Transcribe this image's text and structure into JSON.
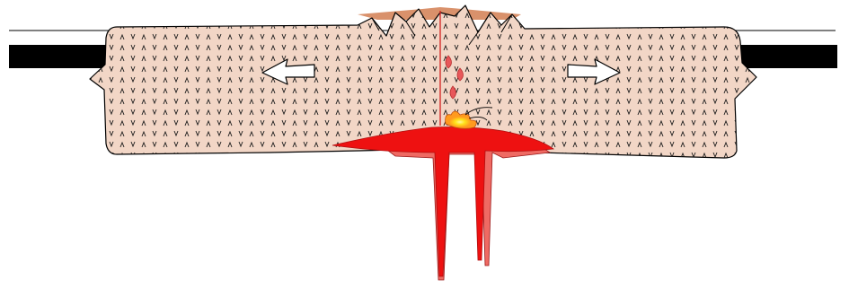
{
  "diagram": {
    "kind": "continental-rift-cross-section",
    "labels": [],
    "extension_arrows": {
      "count": 2,
      "directions": [
        "left",
        "right"
      ],
      "fill": "#ffffff",
      "stroke": "#000000"
    },
    "colors": {
      "crust_fill": "#f2d6c6",
      "crust_stroke": "#000000",
      "crust_pattern": "#1a1a1a",
      "outer_plates": "#000000",
      "magma_dark": "#ee1111",
      "magma_light": "#ef6a63",
      "magma_droplets": "#e8575a",
      "fire_core": "#ffe21a",
      "fire_glow": "#ff9a1f",
      "fault_line": "#d42020",
      "surface_line": "#000000",
      "rift_top_fill": "#d9916b"
    }
  }
}
